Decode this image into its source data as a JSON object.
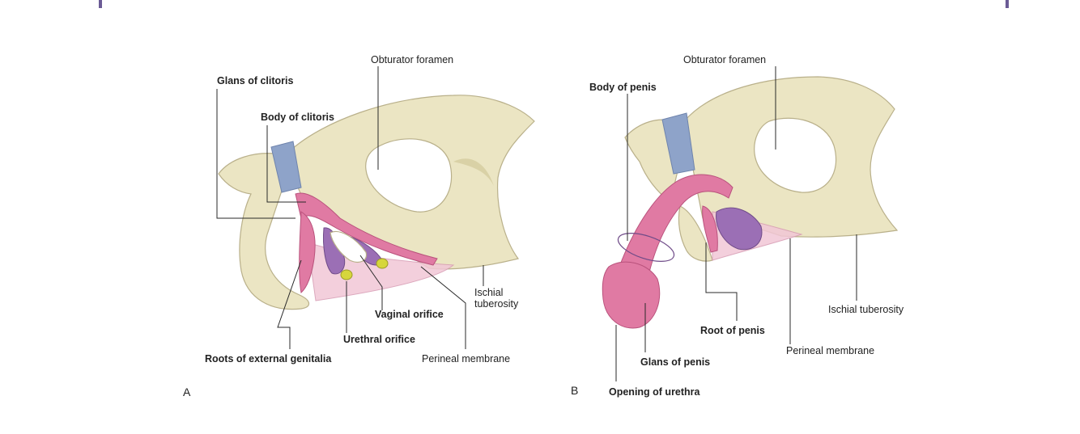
{
  "panel_a": {
    "letter": "A",
    "labels": {
      "obturator_foramen": "Obturator foramen",
      "glans_of_clitoris": "Glans of clitoris",
      "body_of_clitoris": "Body of clitoris",
      "ischial_tuberosity_line1": "Ischial",
      "ischial_tuberosity_line2": "tuberosity",
      "vaginal_orifice": "Vaginal orifice",
      "urethral_orifice": "Urethral orifice",
      "roots_of_external_genitalia": "Roots of external genitalia",
      "perineal_membrane": "Perineal membrane"
    }
  },
  "panel_b": {
    "letter": "B",
    "labels": {
      "obturator_foramen": "Obturator foramen",
      "body_of_penis": "Body of penis",
      "ischial_tuberosity": "Ischial tuberosity",
      "root_of_penis": "Root of penis",
      "perineal_membrane": "Perineal membrane",
      "glans_of_penis": "Glans of penis",
      "opening_of_urethra": "Opening of urethra"
    }
  },
  "colors": {
    "bone": "#ebe5c3",
    "cartilage": "#8ea3c9",
    "erectile_tissue": "#e07aa3",
    "bulb": "#9b6fb5",
    "gland": "#d6d63c",
    "frame_accent": "#6b5b95"
  }
}
